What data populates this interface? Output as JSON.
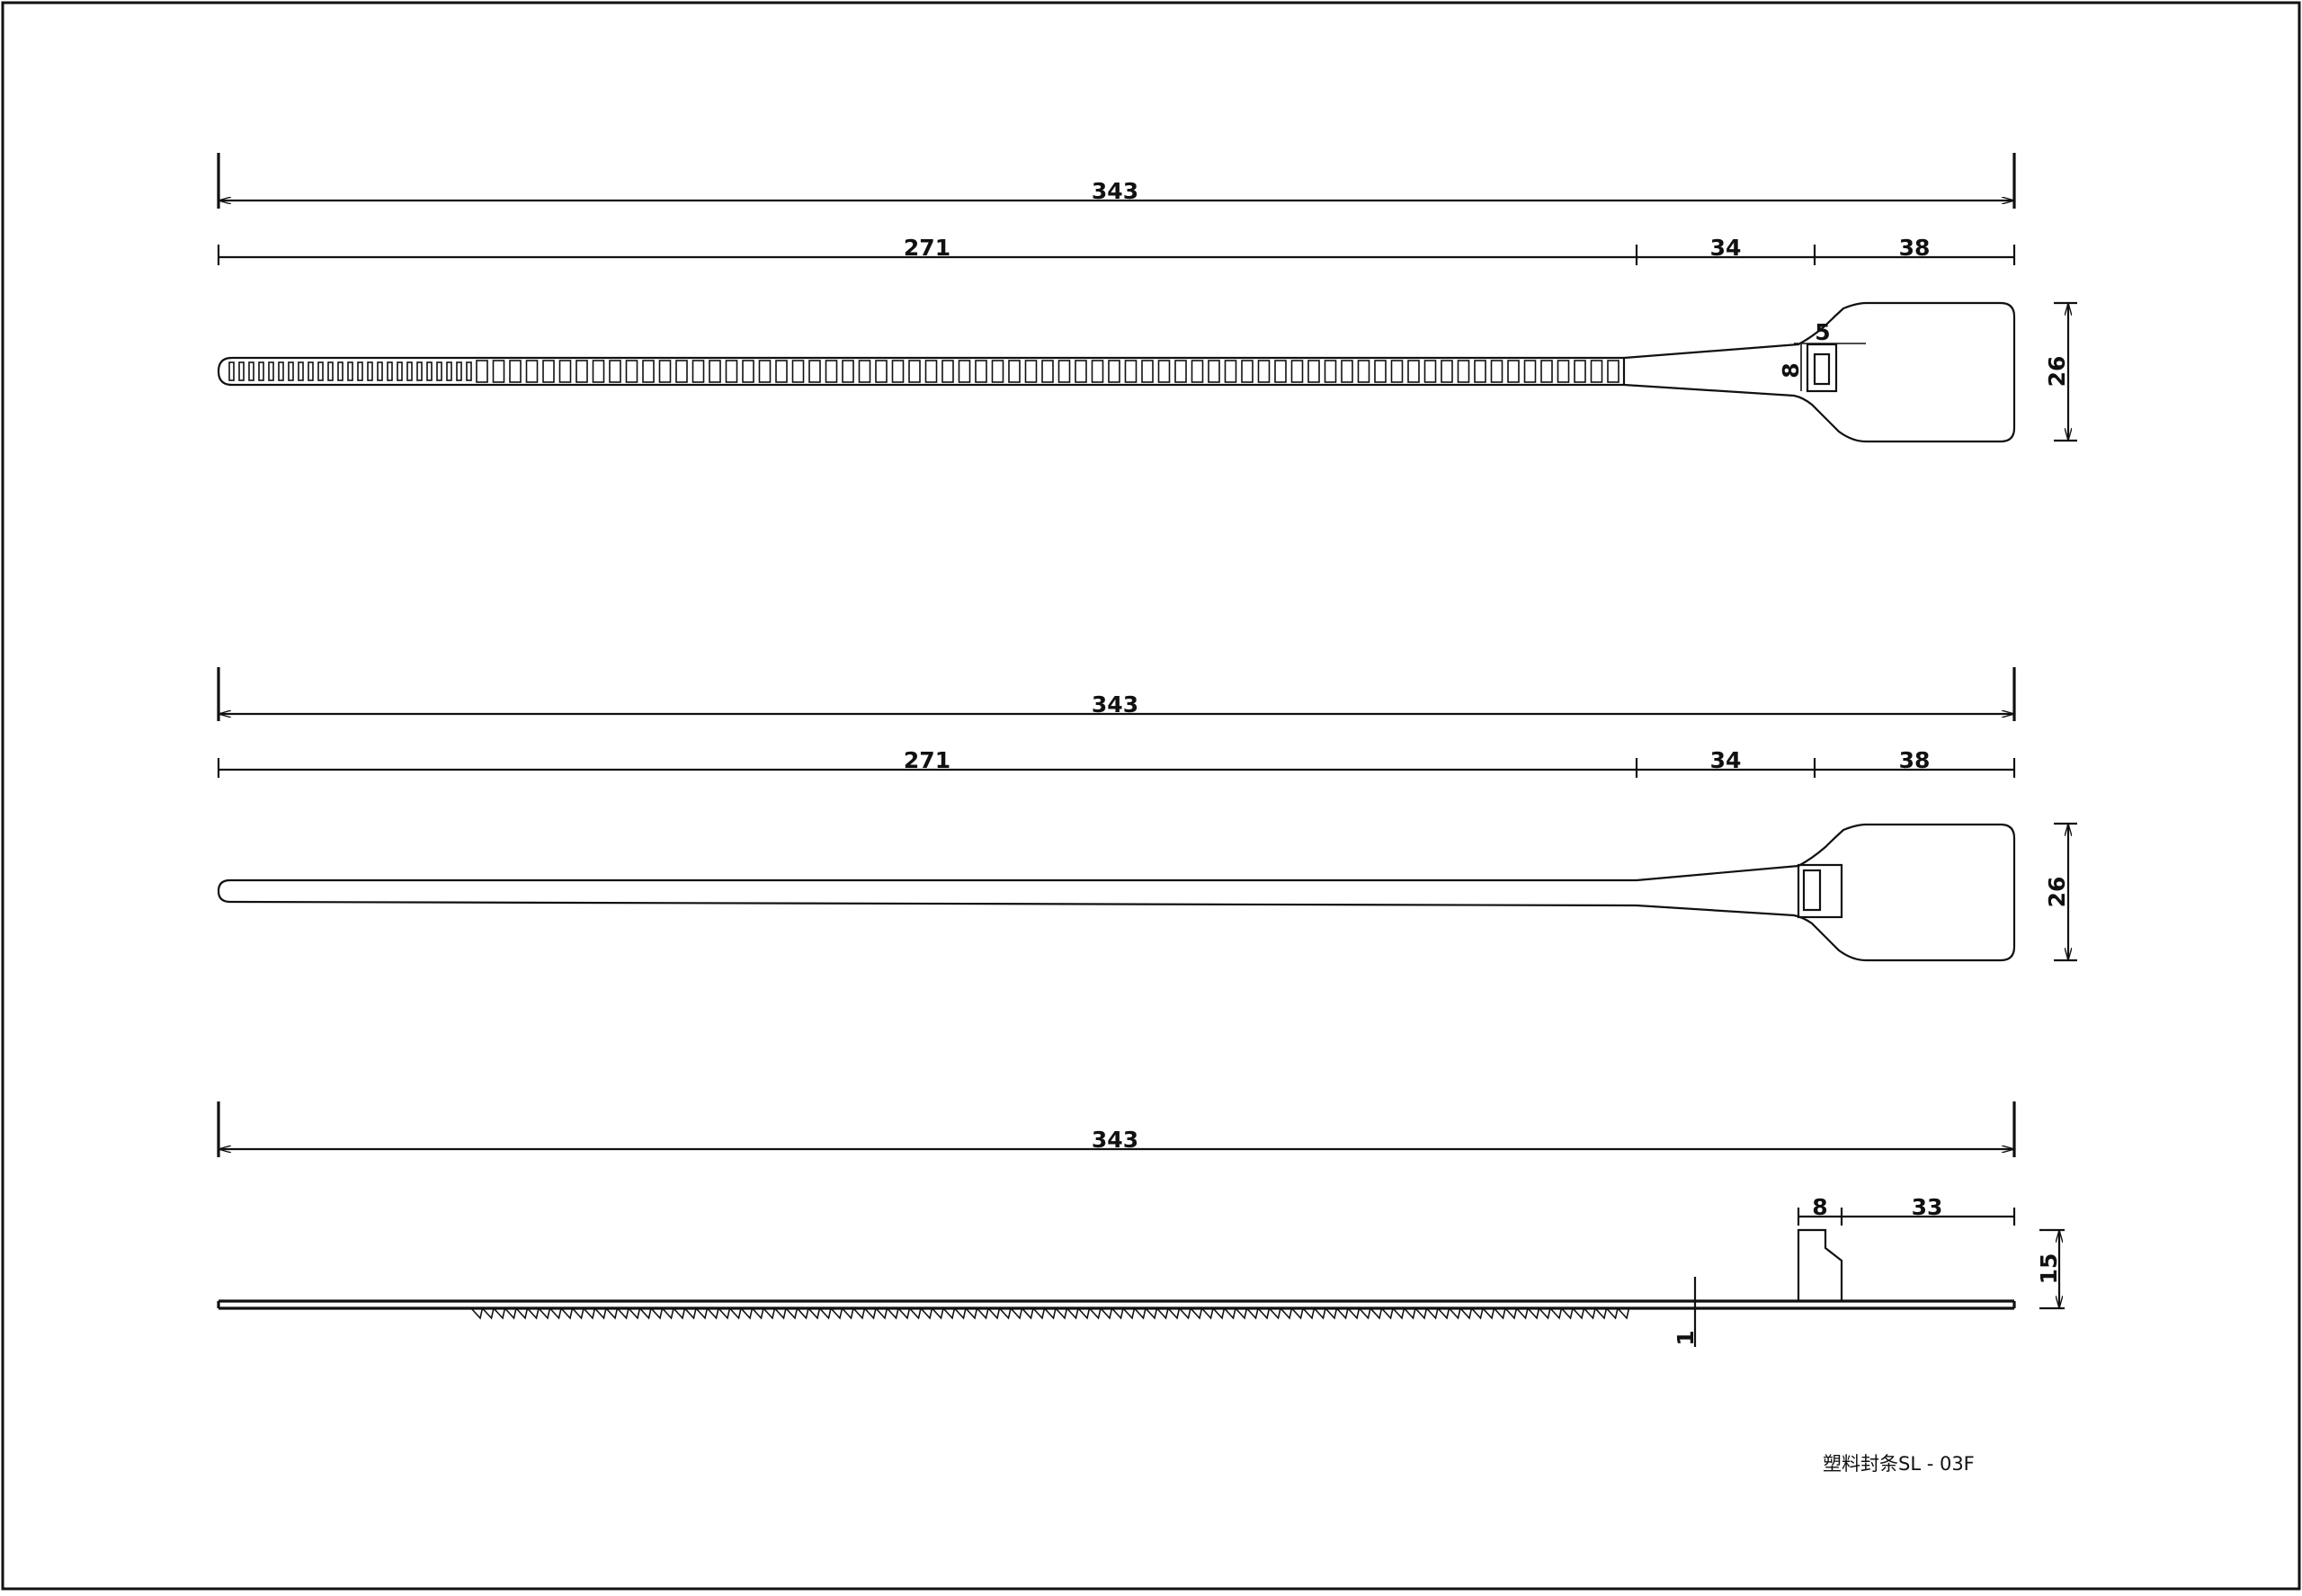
{
  "drawing": {
    "title_block": {
      "text": "塑料封条SL - 03F"
    },
    "views": {
      "top": {
        "overall_length": "343",
        "strap_length": "271",
        "neck_length": "34",
        "head_length": "38",
        "head_width": "26",
        "slot_width": "5",
        "slot_height": "8"
      },
      "bottom": {
        "overall_length": "343",
        "strap_length": "271",
        "neck_length": "34",
        "head_length": "38",
        "head_width": "26"
      },
      "side": {
        "overall_length": "343",
        "lock_width": "8",
        "tail_length": "33",
        "lock_height": "15",
        "strap_thickness": "1"
      }
    },
    "colors": {
      "line": "#111111",
      "background": "#ffffff",
      "frame": "#111111"
    }
  }
}
